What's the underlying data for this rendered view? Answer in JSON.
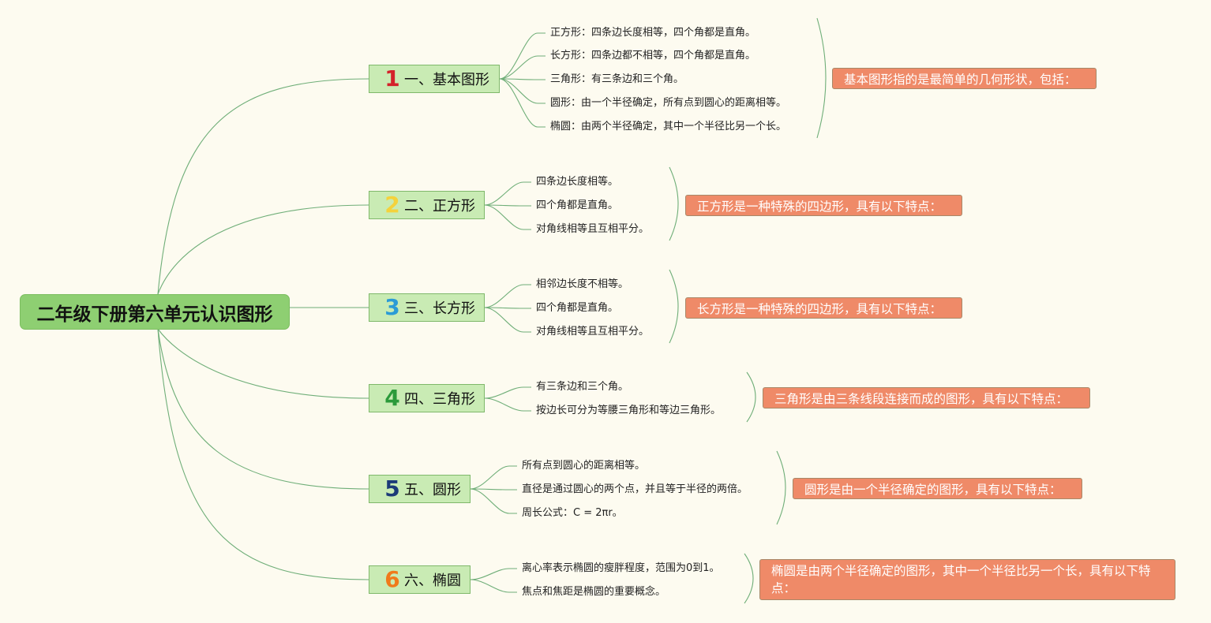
{
  "root": {
    "title": "二年级下册第六单元认识图形"
  },
  "branches": [
    {
      "num": "1",
      "num_color": "#d4222a",
      "label": "一、基本图形",
      "leaves": [
        "正方形：四条边长度相等，四个角都是直角。",
        "长方形：四条边都不相等，四个角都是直角。",
        "三角形：有三条边和三个角。",
        "圆形：由一个半径确定，所有点到圆心的距离相等。",
        "椭圆：由两个半径确定，其中一个半径比另一个长。"
      ],
      "summary": "基本图形指的是最简单的几何形状，包括："
    },
    {
      "num": "2",
      "num_color": "#f4d23c",
      "label": "二、正方形",
      "leaves": [
        "四条边长度相等。",
        "四个角都是直角。",
        "对角线相等且互相平分。"
      ],
      "summary": "正方形是一种特殊的四边形，具有以下特点："
    },
    {
      "num": "3",
      "num_color": "#2b9bd6",
      "label": "三、长方形",
      "leaves": [
        "相邻边长度不相等。",
        "四个角都是直角。",
        "对角线相等且互相平分。"
      ],
      "summary": "长方形是一种特殊的四边形，具有以下特点："
    },
    {
      "num": "4",
      "num_color": "#2b9a3a",
      "label": "四、三角形",
      "leaves": [
        "有三条边和三个角。",
        "按边长可分为等腰三角形和等边三角形。"
      ],
      "summary": "三角形是由三条线段连接而成的图形，具有以下特点："
    },
    {
      "num": "5",
      "num_color": "#1c3a78",
      "label": "五、圆形",
      "leaves": [
        "所有点到圆心的距离相等。",
        "直径是通过圆心的两个点，并且等于半径的两倍。",
        "周长公式：C = 2πr。"
      ],
      "summary": "圆形是由一个半径确定的图形，具有以下特点："
    },
    {
      "num": "6",
      "num_color": "#f07a1a",
      "label": "六、椭圆",
      "leaves": [
        "离心率表示椭圆的瘦胖程度，范围为0到1。",
        "焦点和焦距是椭圆的重要概念。"
      ],
      "summary": "椭圆是由两个半径确定的图形，其中一个半径比另一个长，具有以下特点："
    }
  ],
  "colors": {
    "line": "#6fae78",
    "branch_bg": "#c9ebb4",
    "root_bg": "#8ecf72",
    "summary_bg": "#ef8a68",
    "page_bg": "#fdfbf0"
  }
}
